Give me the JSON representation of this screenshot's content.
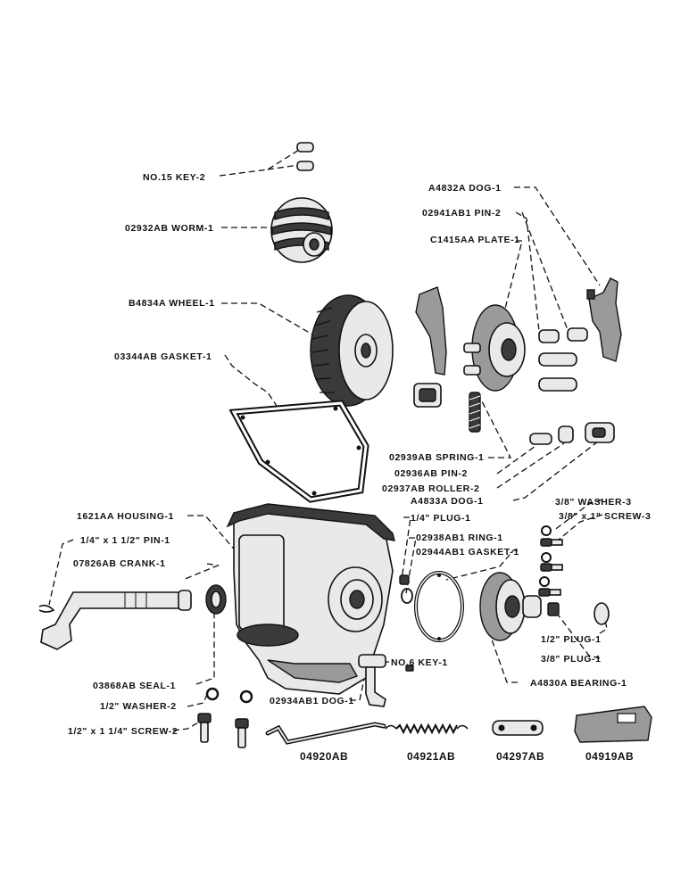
{
  "labels": {
    "key_no15": "NO.15 KEY-2",
    "worm": "02932AB WORM-1",
    "wheel": "B4834A WHEEL-1",
    "gasket": "03344AB GASKET-1",
    "dog_a4832a": "A4832A DOG-1",
    "pin_02941ab1": "02941AB1 PIN-2",
    "plate": "C1415AA PLATE-1",
    "spring": "02939AB SPRING-1",
    "pin_02936ab": "02936AB PIN-2",
    "roller": "02937AB ROLLER-2",
    "dog_a4833a": "A4833A DOG-1",
    "housing": "1621AA HOUSING-1",
    "pin_quarter": "1/4\" x 1 1/2\" PIN-1",
    "crank": "07826AB CRANK-1",
    "plug_quarter": "1/4\" PLUG-1",
    "ring": "02938AB1 RING-1",
    "gasket_02944": "02944AB1 GASKET-1",
    "washer_3_8": "3/8\" WASHER-3",
    "screw_3_8": "3/8\" x 1\" SCREW-3",
    "plug_half": "1/2\" PLUG-1",
    "plug_3_8": "3/8\" PLUG-1",
    "bearing": "A4830A BEARING-1",
    "key_no6": "NO.6 KEY-1",
    "dog_02934": "02934AB1 DOG-1",
    "seal": "03868AB SEAL-1",
    "washer_half": "1/2\" WASHER-2",
    "screw_half": "1/2\" x 1 1/4\" SCREW-2"
  },
  "part_numbers": {
    "p04920": "04920AB",
    "p04921": "04921AB",
    "p04297": "04297AB",
    "p04919": "04919AB"
  }
}
